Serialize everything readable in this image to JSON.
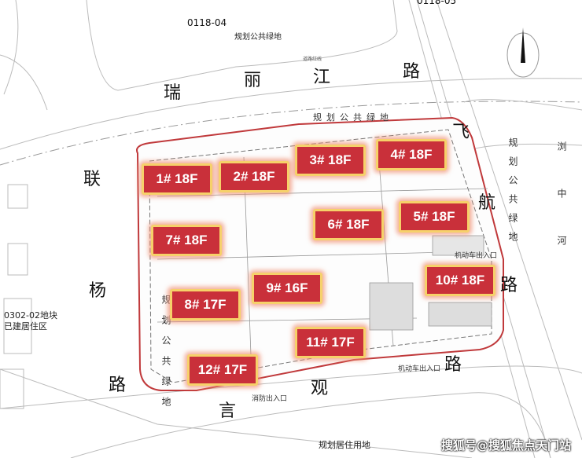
{
  "plot_codes": {
    "north_plot": "0118-04",
    "northeast_plot": "0118-05"
  },
  "labels": {
    "north_green": "规划公共绿地",
    "inner_north_green": "规划公共绿地",
    "west_green": "规划公共绿地",
    "east_green": "规划公共绿地",
    "west_residential": "0302-02地块",
    "west_residential_sub": "已建居住区",
    "south_residential": "规划居住用地",
    "east_river": "浏中河",
    "vehicle_entrance_east": "机动车出入口",
    "vehicle_entrance_south": "机动车出入口",
    "fire_entrance": "消防出入口",
    "road_redline": "道路红线"
  },
  "roads": {
    "north": [
      "瑞",
      "丽",
      "江",
      "路"
    ],
    "east": [
      "飞",
      "航",
      "路"
    ],
    "west": [
      "联",
      "杨",
      "路"
    ],
    "south": [
      "言",
      "观",
      "路"
    ]
  },
  "buildings": [
    {
      "id": "1# 18F"
    },
    {
      "id": "2# 18F"
    },
    {
      "id": "3# 18F"
    },
    {
      "id": "4# 18F"
    },
    {
      "id": "5# 18F"
    },
    {
      "id": "6# 18F"
    },
    {
      "id": "7# 18F"
    },
    {
      "id": "8# 17F"
    },
    {
      "id": "9# 16F"
    },
    {
      "id": "10# 18F"
    },
    {
      "id": "11# 17F"
    },
    {
      "id": "12# 17F"
    }
  ],
  "colors": {
    "site_boundary": "#c0393b",
    "building_fill": "#c9303a",
    "building_glow": "#f6d16a"
  },
  "watermark": "搜狐号@搜狐焦点天门站"
}
